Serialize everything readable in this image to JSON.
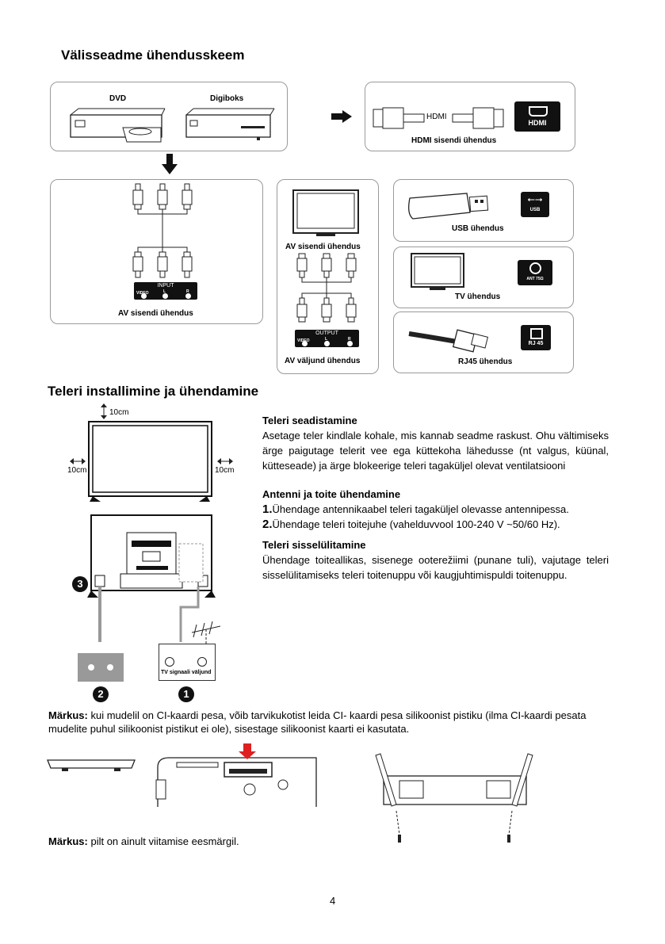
{
  "section1": {
    "title": "Välisseadme ühendusskeem",
    "dvd": "DVD",
    "digiboks": "Digiboks",
    "hdmi_cable_label": "HDMI",
    "hdmi_badge": "HDMI",
    "hdmi_caption": "HDMI sisendi ühendus",
    "input_panel_title": "INPUT",
    "input_panel_ports": [
      "VIDEO",
      "L",
      "R"
    ],
    "av_in_caption_left": "AV sisendi ühendus",
    "av_in_caption_mid": "AV sisendi ühendus",
    "output_panel_title": "OUTPUT",
    "output_panel_ports": [
      "VIDEO",
      "L",
      "R"
    ],
    "av_out_caption": "AV väljund ühendus",
    "usb_badge": "USB",
    "usb_caption": "USB ühendus",
    "ant_badge": "ANT 75Ω",
    "tv_caption": "TV ühendus",
    "rj45_badge": "RJ 45",
    "rj45_caption": "RJ45 ühendus"
  },
  "section2": {
    "title": "Teleri installimine ja ühendamine",
    "clearance_top": "10cm",
    "clearance_left": "10cm",
    "clearance_right": "10cm",
    "tv_signal_label": "TV signaali väljund",
    "step_badges": [
      "3",
      "2",
      "1"
    ],
    "setup_heading": "Teleri seadistamine",
    "setup_text": "Asetage teler kindlale kohale, mis kannab seadme raskust. Ohu vältimiseks ärge paigutage telerit vee ega küttekoha lähedusse (nt valgus, küünal, kütteseade) ja ärge blokeerige teleri tagaküljel olevat ventilatsiooni",
    "antenna_heading": "Antenni ja toite ühendamine",
    "antenna_steps": [
      {
        "num": "1.",
        "text": "Ühendage antennikaabel teleri tagaküljel olevasse antennipessa."
      },
      {
        "num": "2.",
        "text": "Ühendage teleri toitejuhe (vahelduvvool 100-240 V ~50/60 Hz)."
      }
    ],
    "power_heading": "Teleri sisselülitamine",
    "power_text": "Ühendage toiteallikas, sisenege ooterežiimi (punane tuli), vajutage teleri sisselülitamiseks teleri toitenuppu või kaugjuhtimispuldi toitenuppu."
  },
  "note1": {
    "label": "Märkus:",
    "text": " kui mudelil on CI-kaardi pesa, võib tarvikukotist leida CI- kaardi pesa silikoonist pistiku (ilma CI-kaardi pesata mudelite puhul silikoonist pistikut ei ole), sisestage silikoonist kaarti ei kasutata."
  },
  "note2": {
    "label": "Märkus:",
    "text": " pilt on ainult viitamise eesmärgil."
  },
  "page_number": "4",
  "colors": {
    "arrow_red": "#e02020",
    "box_border": "#9a9a9a",
    "dark": "#111111"
  }
}
